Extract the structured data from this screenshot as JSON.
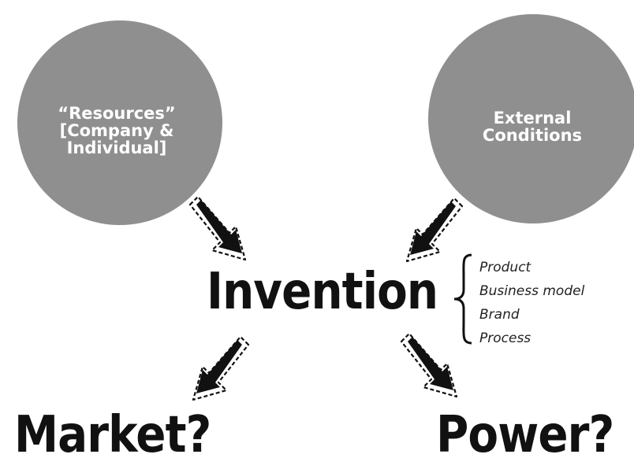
{
  "diagram": {
    "nodes": {
      "resources": {
        "label": "“Resources”\n[Company &\nIndividual]"
      },
      "external": {
        "label": "External\nConditions"
      }
    },
    "center": {
      "label": "Invention"
    },
    "features": [
      "Product",
      "Business model",
      "Brand",
      "Process"
    ],
    "outcomes": {
      "market": {
        "label": "Market?"
      },
      "power": {
        "label": "Power?"
      }
    },
    "colors": {
      "circle_fill": "#8f8f8f",
      "circle_text": "#ffffff",
      "main_text": "#111111",
      "arrow": "#111111"
    },
    "edges": [
      {
        "from": "resources",
        "to": "center"
      },
      {
        "from": "external",
        "to": "center"
      },
      {
        "from": "center",
        "to": "market"
      },
      {
        "from": "center",
        "to": "power"
      }
    ]
  }
}
